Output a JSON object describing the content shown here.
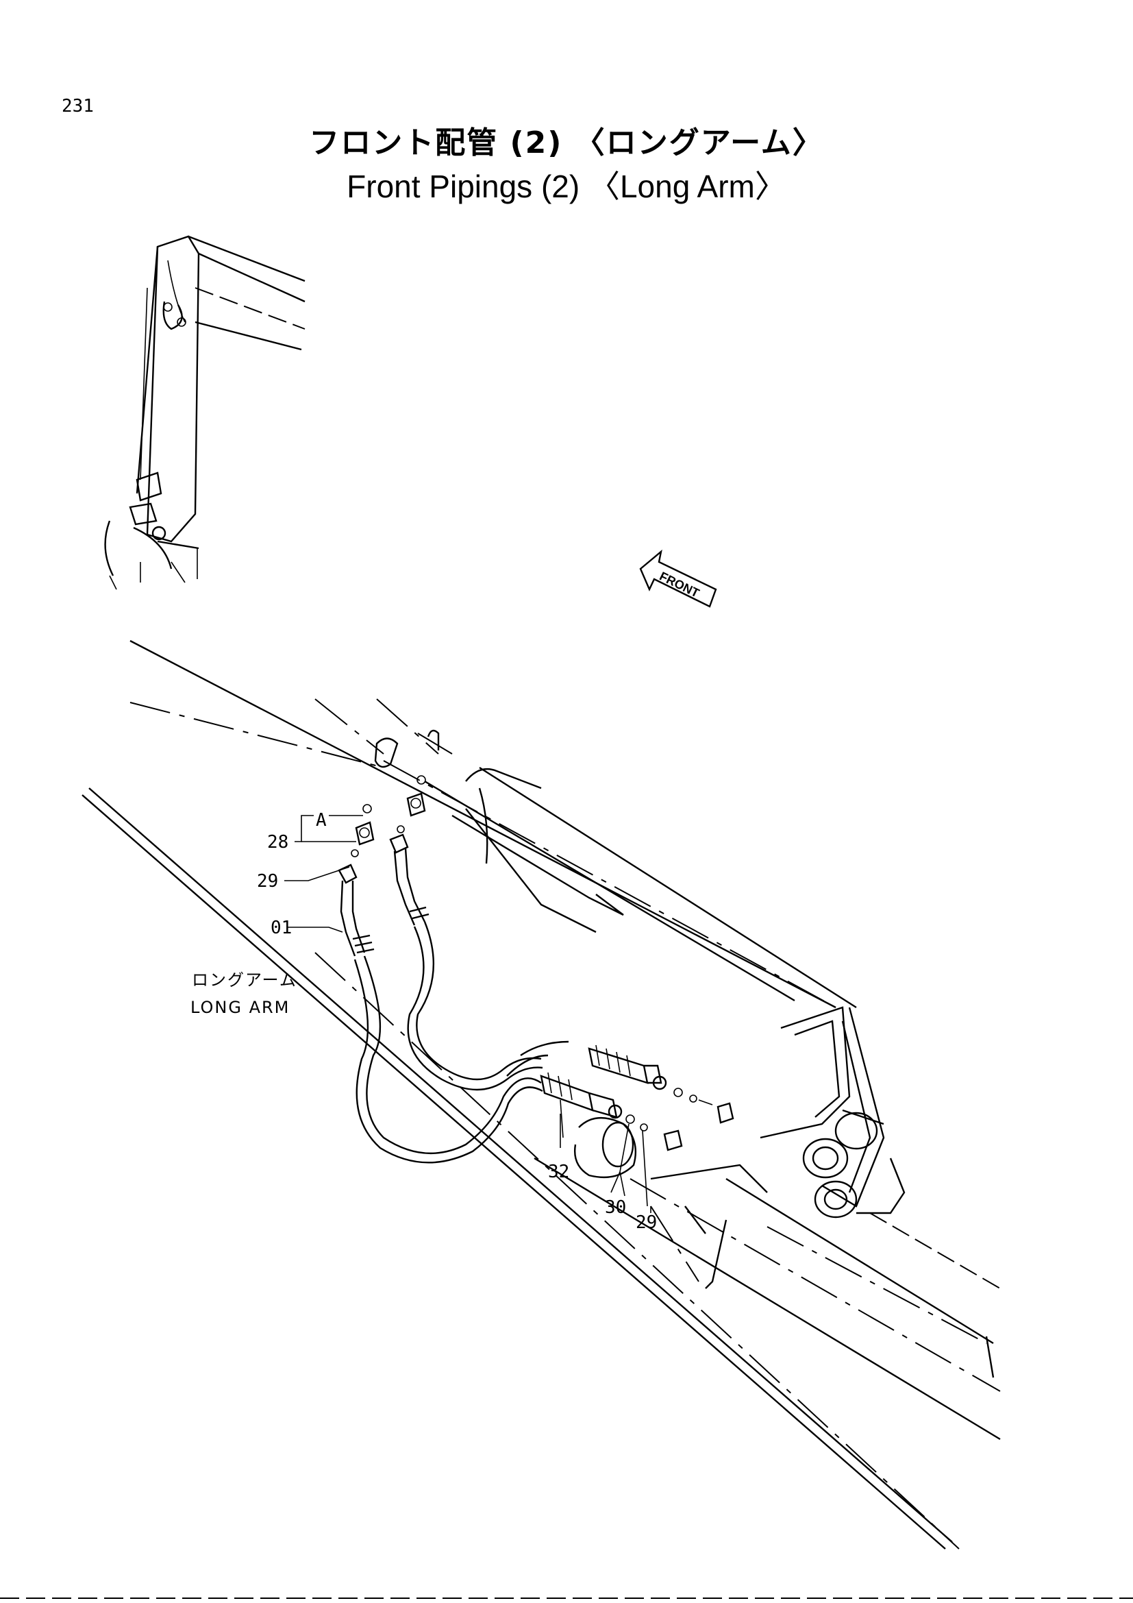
{
  "page": {
    "number": "231",
    "title_jp": "フロント配管 (2) 〈ロングアーム〉",
    "title_en": "Front Pipings (2) 〈Long Arm〉"
  },
  "direction_arrow": {
    "label": "FRONT",
    "icon": "direction-arrow-icon"
  },
  "arm_label": {
    "jp": "ロングアーム",
    "en": "LONG ARM"
  },
  "callouts": {
    "view_ref": "A",
    "items": [
      "28",
      "29",
      "01",
      "32",
      "30",
      "29"
    ]
  }
}
